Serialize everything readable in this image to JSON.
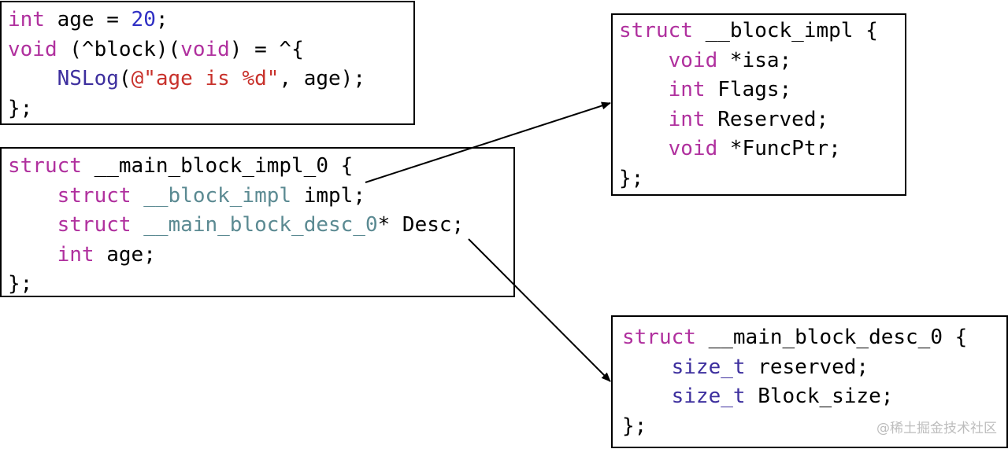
{
  "colors": {
    "keyword": "#b0309e",
    "number": "#2f2fc4",
    "string": "#c8312b",
    "type": "#5b8a92",
    "func": "#3d2f9e",
    "plain": "#000000"
  },
  "boxes": {
    "code": {
      "lines": [
        [
          [
            "int",
            "keyword"
          ],
          [
            " age = ",
            "plain"
          ],
          [
            "20",
            "number"
          ],
          [
            ";",
            "plain"
          ]
        ],
        [
          [
            "void",
            "keyword"
          ],
          [
            " (^block)(",
            "plain"
          ],
          [
            "void",
            "keyword"
          ],
          [
            ") = ^{",
            "plain"
          ]
        ],
        [
          [
            "    ",
            "plain"
          ],
          [
            "NSLog",
            "func"
          ],
          [
            "(",
            "plain"
          ],
          [
            "@\"age is %d\"",
            "string"
          ],
          [
            ", age);",
            "plain"
          ]
        ],
        [
          [
            "};",
            "plain"
          ]
        ]
      ]
    },
    "main_block_impl": {
      "lines": [
        [
          [
            "struct",
            "keyword"
          ],
          [
            " __main_block_impl_0 {",
            "plain"
          ]
        ],
        [
          [
            "    ",
            "plain"
          ],
          [
            "struct",
            "keyword"
          ],
          [
            " ",
            "plain"
          ],
          [
            "__block_impl",
            "type"
          ],
          [
            " impl;",
            "plain"
          ]
        ],
        [
          [
            "    ",
            "plain"
          ],
          [
            "struct",
            "keyword"
          ],
          [
            " ",
            "plain"
          ],
          [
            "__main_block_desc_0",
            "type"
          ],
          [
            "* Desc;",
            "plain"
          ]
        ],
        [
          [
            "    ",
            "plain"
          ],
          [
            "int",
            "keyword"
          ],
          [
            " age;",
            "plain"
          ]
        ],
        [
          [
            "};",
            "plain"
          ]
        ]
      ]
    },
    "block_impl": {
      "lines": [
        [
          [
            "struct",
            "keyword"
          ],
          [
            " __block_impl {",
            "plain"
          ]
        ],
        [
          [
            "    ",
            "plain"
          ],
          [
            "void",
            "keyword"
          ],
          [
            " *isa;",
            "plain"
          ]
        ],
        [
          [
            "    ",
            "plain"
          ],
          [
            "int",
            "keyword"
          ],
          [
            " Flags;",
            "plain"
          ]
        ],
        [
          [
            "    ",
            "plain"
          ],
          [
            "int",
            "keyword"
          ],
          [
            " Reserved;",
            "plain"
          ]
        ],
        [
          [
            "    ",
            "plain"
          ],
          [
            "void",
            "keyword"
          ],
          [
            " *FuncPtr;",
            "plain"
          ]
        ],
        [
          [
            "};",
            "plain"
          ]
        ]
      ]
    },
    "main_block_desc": {
      "lines": [
        [
          [
            "struct",
            "keyword"
          ],
          [
            " __main_block_desc_0 {",
            "plain"
          ]
        ],
        [
          [
            "    ",
            "plain"
          ],
          [
            "size_t",
            "func"
          ],
          [
            " reserved;",
            "plain"
          ]
        ],
        [
          [
            "    ",
            "plain"
          ],
          [
            "size_t",
            "func"
          ],
          [
            " Block_size;",
            "plain"
          ]
        ],
        [
          [
            "};",
            "plain"
          ]
        ]
      ]
    }
  },
  "watermark": "@稀土掘金技术社区"
}
